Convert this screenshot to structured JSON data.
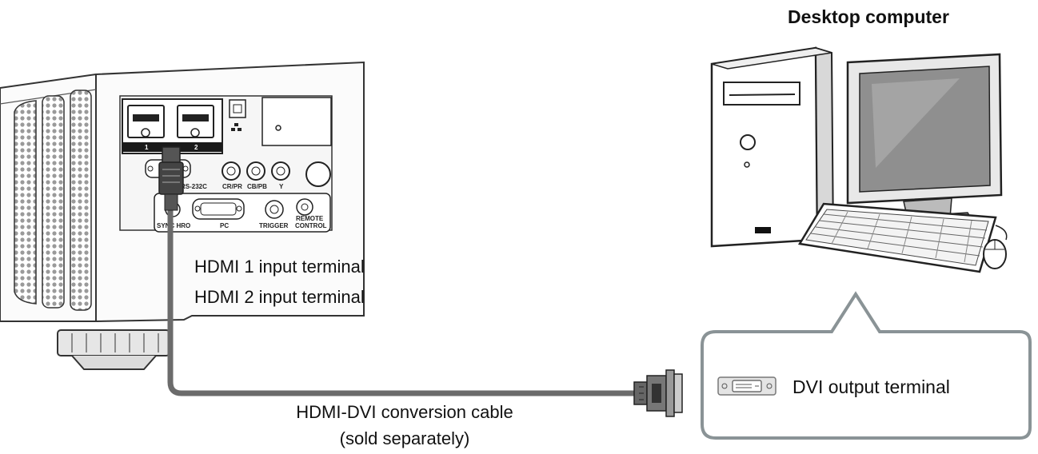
{
  "desktop_label": "Desktop computer",
  "hdmi1_label": "HDMI  1  input terminal",
  "hdmi2_label": "HDMI  2  input terminal",
  "cable_label": "HDMI-DVI conversion cable",
  "cable_note": "(sold separately)",
  "dvi_label": "DVI output terminal",
  "panel_labels": {
    "port1": "1",
    "port2": "2",
    "rs232c": "RS-232C",
    "cr": "CR/PR",
    "cb": "CB/PB",
    "y": "Y",
    "sync": "SYNC HRO",
    "pc": "PC",
    "trigger": "TRIGGER",
    "remote": "REMOTE",
    "control": "CONTROL"
  },
  "colors": {
    "cable": "#6b6b6b",
    "callout_border": "#8a9396",
    "line": "#222222"
  }
}
